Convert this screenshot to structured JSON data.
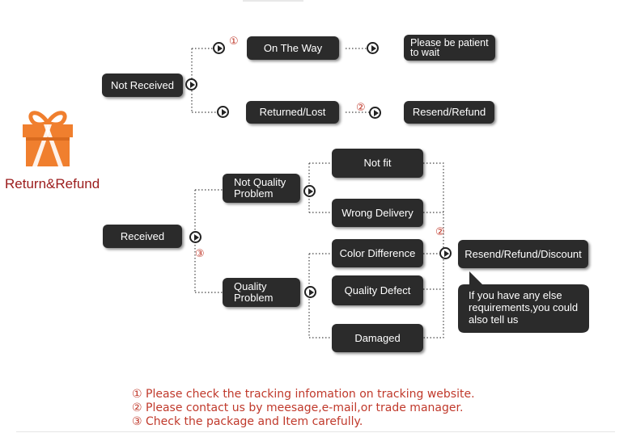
{
  "title": "Return&Refund",
  "boxes": {
    "not_received": "Not Received",
    "on_the_way": "On The Way",
    "be_patient": "Please be patient to wait",
    "returned_lost": "Returned/Lost",
    "resend_refund": "Resend/Refund",
    "received": "Received",
    "not_quality": "Not Quality Problem",
    "quality": "Quality Problem",
    "not_fit": "Not fit",
    "wrong_delivery": "Wrong Delivery",
    "color_difference": "Color Difference",
    "quality_defect": "Quality Defect",
    "damaged": "Damaged",
    "resend_refund_discount": "Resend/Refund/Discount",
    "speech": "If you have any else requirements,you could also tell us"
  },
  "markers": {
    "m1": "①",
    "m2a": "②",
    "m2b": "②",
    "m3": "③"
  },
  "notes": [
    "① Please check the tracking infomation on tracking website.",
    "② Please contact us by meesage,e-mail,or trade manager.",
    "③ Check the package and Item carefully."
  ],
  "colors": {
    "box": "#2b2b2b",
    "marker": "#c0392b",
    "title": "#9b1c1c",
    "gift_orange": "#f07f2e"
  },
  "icons": [
    "gift-icon",
    "arrow-circle-icon"
  ]
}
